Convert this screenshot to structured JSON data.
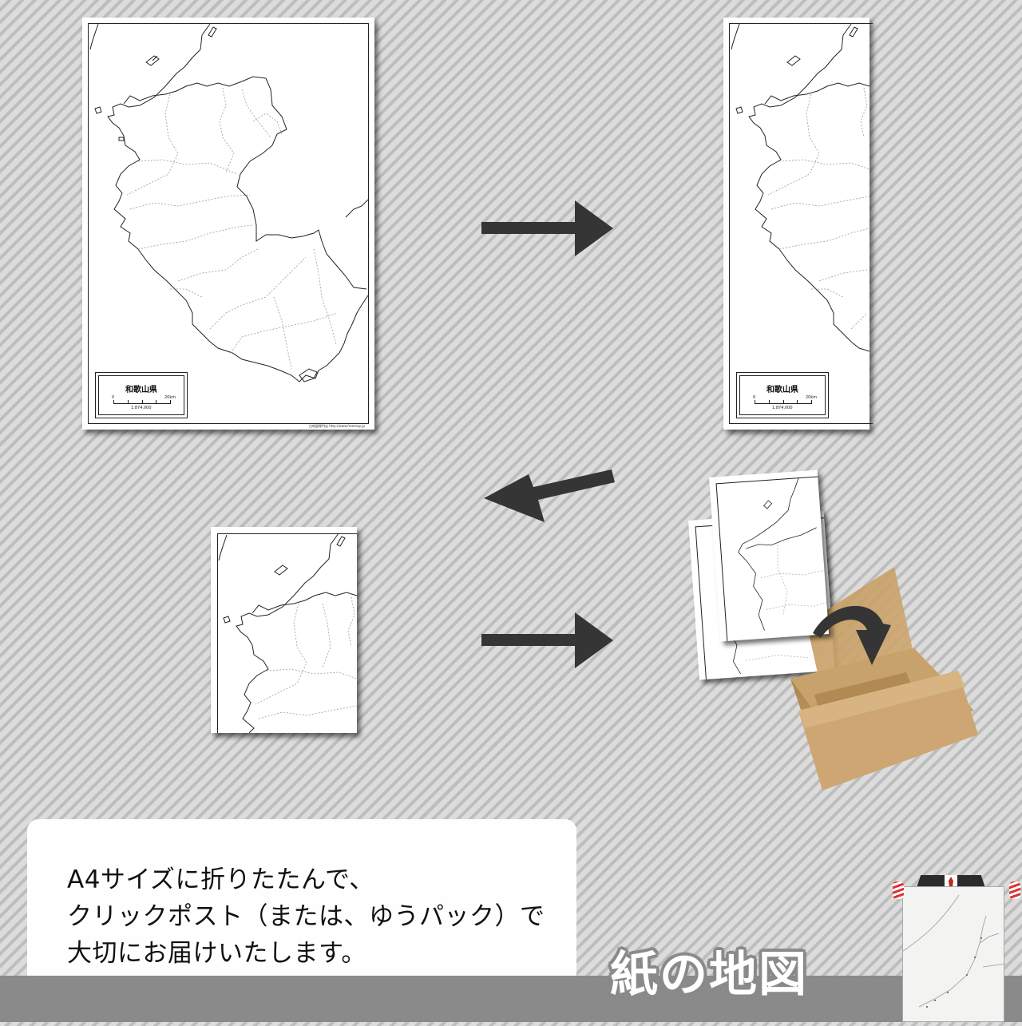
{
  "map": {
    "prefecture_name": "和歌山県",
    "scale_start": "0",
    "scale_end": "20km",
    "scale_ratio": "1:874,000",
    "credit": "白地図専門店 http://www.freemap.jp"
  },
  "steps": [
    {
      "id": "full-map",
      "description": "Full map sheet"
    },
    {
      "id": "fold-1",
      "description": "Folded once"
    },
    {
      "id": "fold-2",
      "description": "Folded to A4"
    },
    {
      "id": "packaged",
      "description": "Placed in shipping box"
    }
  ],
  "arrows": [
    {
      "id": "arrow-1",
      "direction": "right"
    },
    {
      "id": "arrow-2",
      "direction": "left-down"
    },
    {
      "id": "arrow-3",
      "direction": "right"
    },
    {
      "id": "arrow-4",
      "direction": "curved-down"
    }
  ],
  "note": {
    "line1": "A4サイズに折りたたんで、",
    "line2": "クリックポスト（または、ゆうパック）で",
    "line3": "大切にお届けいたします。"
  },
  "brand": {
    "title": "紙の地図"
  },
  "colors": {
    "background": "#dcdcdc",
    "stripe": "#bdbdbd",
    "arrow": "#353535",
    "band": "#8a8a8a",
    "cardboard": "#c9a46b",
    "note_bg": "#fefefe"
  }
}
